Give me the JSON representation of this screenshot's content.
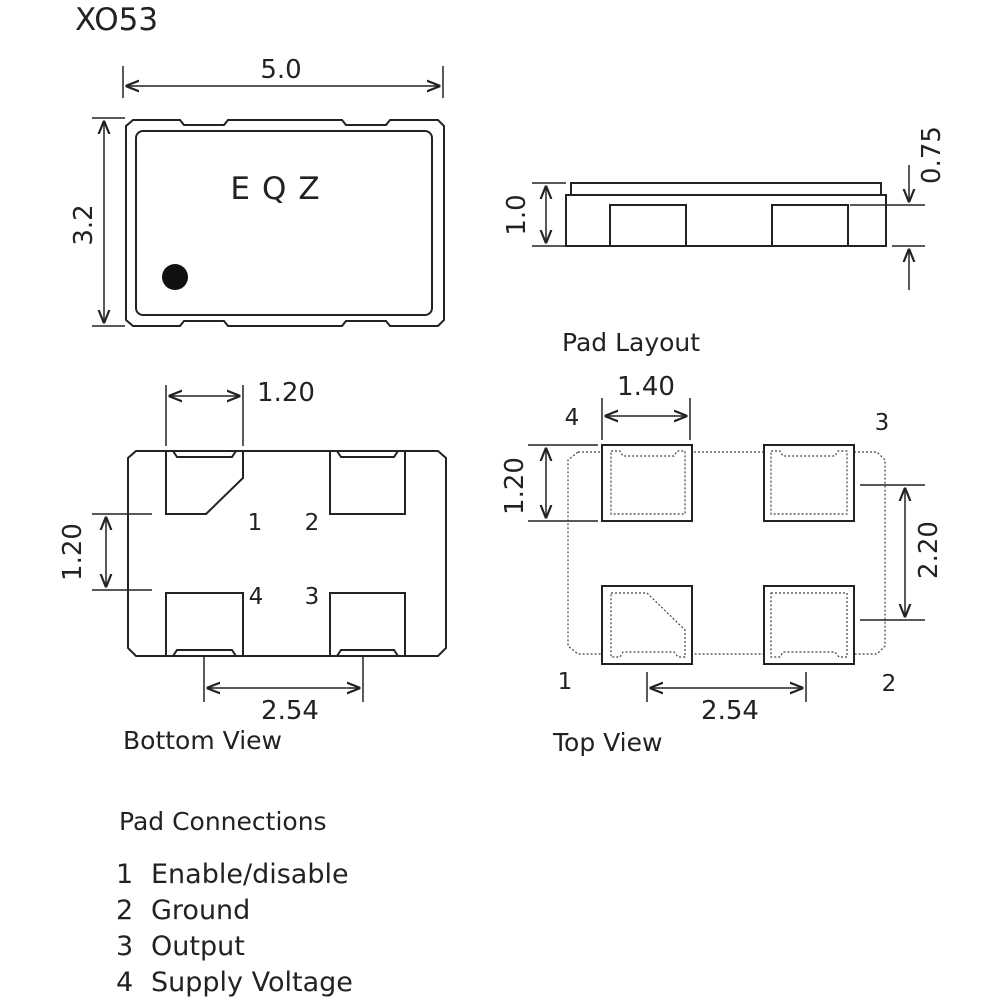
{
  "title": "XO53",
  "views": {
    "top_body": {
      "marking": "EQZ",
      "dim_length": "5.0",
      "dim_width": "3.2"
    },
    "side": {
      "dim_height": "1.0",
      "dim_pad": "0.75"
    },
    "bottom": {
      "caption": "Bottom View",
      "dim_pad_width": "1.20",
      "dim_pad_height": "1.20",
      "dim_pitch": "2.54",
      "pins": [
        "1",
        "2",
        "3",
        "4"
      ]
    },
    "pad_layout": {
      "caption": "Pad Layout",
      "sub_caption": "Top View",
      "dim_pad_width": "1.40",
      "dim_pad_height": "1.20",
      "dim_spacing": "2.20",
      "dim_pitch": "2.54",
      "pins": [
        "1",
        "2",
        "3",
        "4"
      ]
    }
  },
  "connections": {
    "heading": "Pad Connections",
    "items": [
      {
        "num": "1",
        "label": "Enable/disable"
      },
      {
        "num": "2",
        "label": "Ground"
      },
      {
        "num": "3",
        "label": "Output"
      },
      {
        "num": "4",
        "label": "Supply Voltage"
      }
    ]
  },
  "colors": {
    "ink": "#222222",
    "background": "#ffffff"
  }
}
